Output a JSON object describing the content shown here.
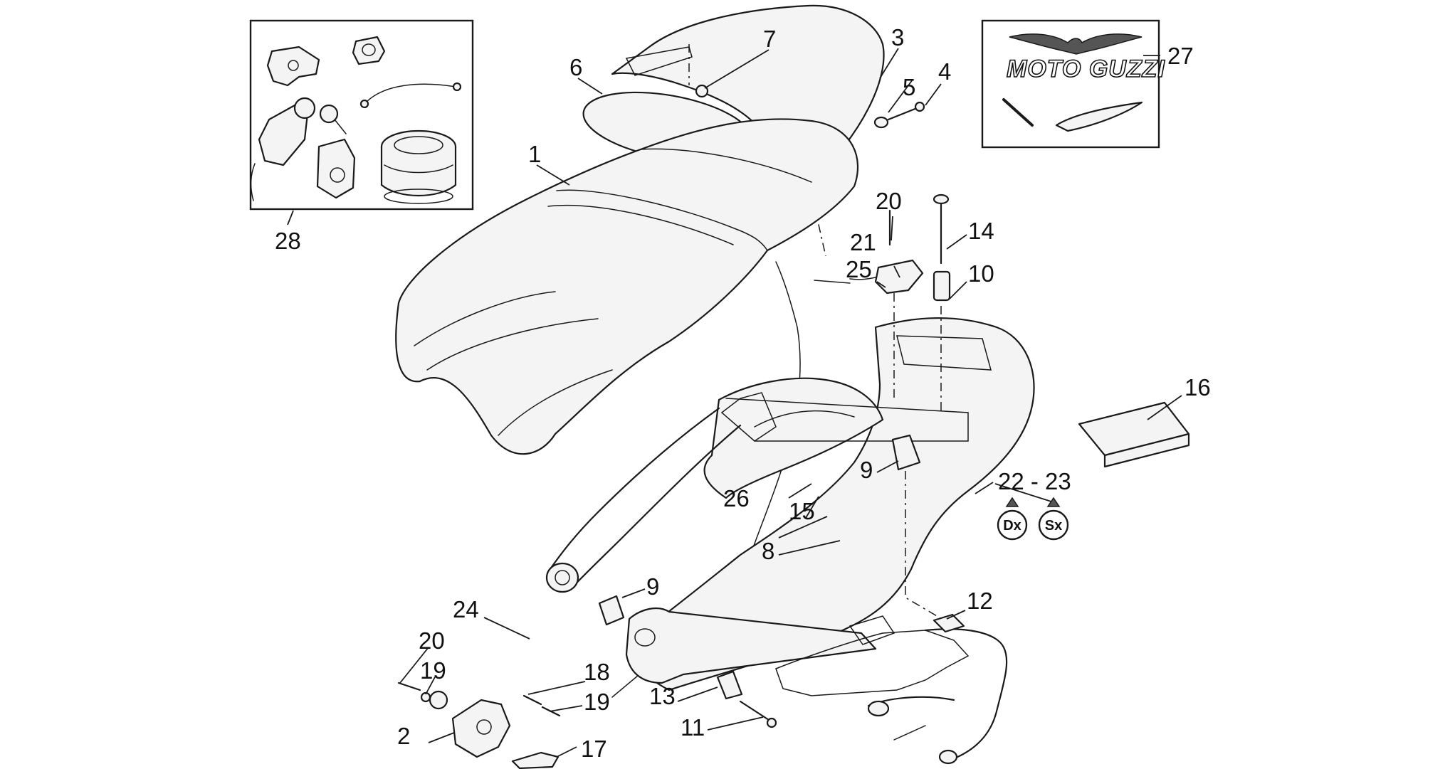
{
  "callouts": [
    {
      "id": "1",
      "label": "1"
    },
    {
      "id": "2",
      "label": "2"
    },
    {
      "id": "3",
      "label": "3"
    },
    {
      "id": "4",
      "label": "4"
    },
    {
      "id": "5",
      "label": "5"
    },
    {
      "id": "6",
      "label": "6"
    },
    {
      "id": "7",
      "label": "7"
    },
    {
      "id": "8",
      "label": "8"
    },
    {
      "id": "9a",
      "label": "9"
    },
    {
      "id": "9b",
      "label": "9"
    },
    {
      "id": "10",
      "label": "10"
    },
    {
      "id": "11",
      "label": "11"
    },
    {
      "id": "12",
      "label": "12"
    },
    {
      "id": "13",
      "label": "13"
    },
    {
      "id": "14",
      "label": "14"
    },
    {
      "id": "15",
      "label": "15"
    },
    {
      "id": "16",
      "label": "16"
    },
    {
      "id": "17",
      "label": "17"
    },
    {
      "id": "18",
      "label": "18"
    },
    {
      "id": "19a",
      "label": "19"
    },
    {
      "id": "19b",
      "label": "19"
    },
    {
      "id": "20a",
      "label": "20"
    },
    {
      "id": "20b",
      "label": "20"
    },
    {
      "id": "21",
      "label": "21"
    },
    {
      "id": "22-23",
      "label": "22 - 23"
    },
    {
      "id": "24",
      "label": "24"
    },
    {
      "id": "25",
      "label": "25"
    },
    {
      "id": "26",
      "label": "26"
    },
    {
      "id": "27",
      "label": "27"
    },
    {
      "id": "28",
      "label": "28"
    }
  ],
  "badges": {
    "right": "Dx",
    "left": "Sx"
  },
  "brand_text": "MOTO GUZZI",
  "colors": {
    "line": "#1a1a1a",
    "background": "#ffffff"
  }
}
